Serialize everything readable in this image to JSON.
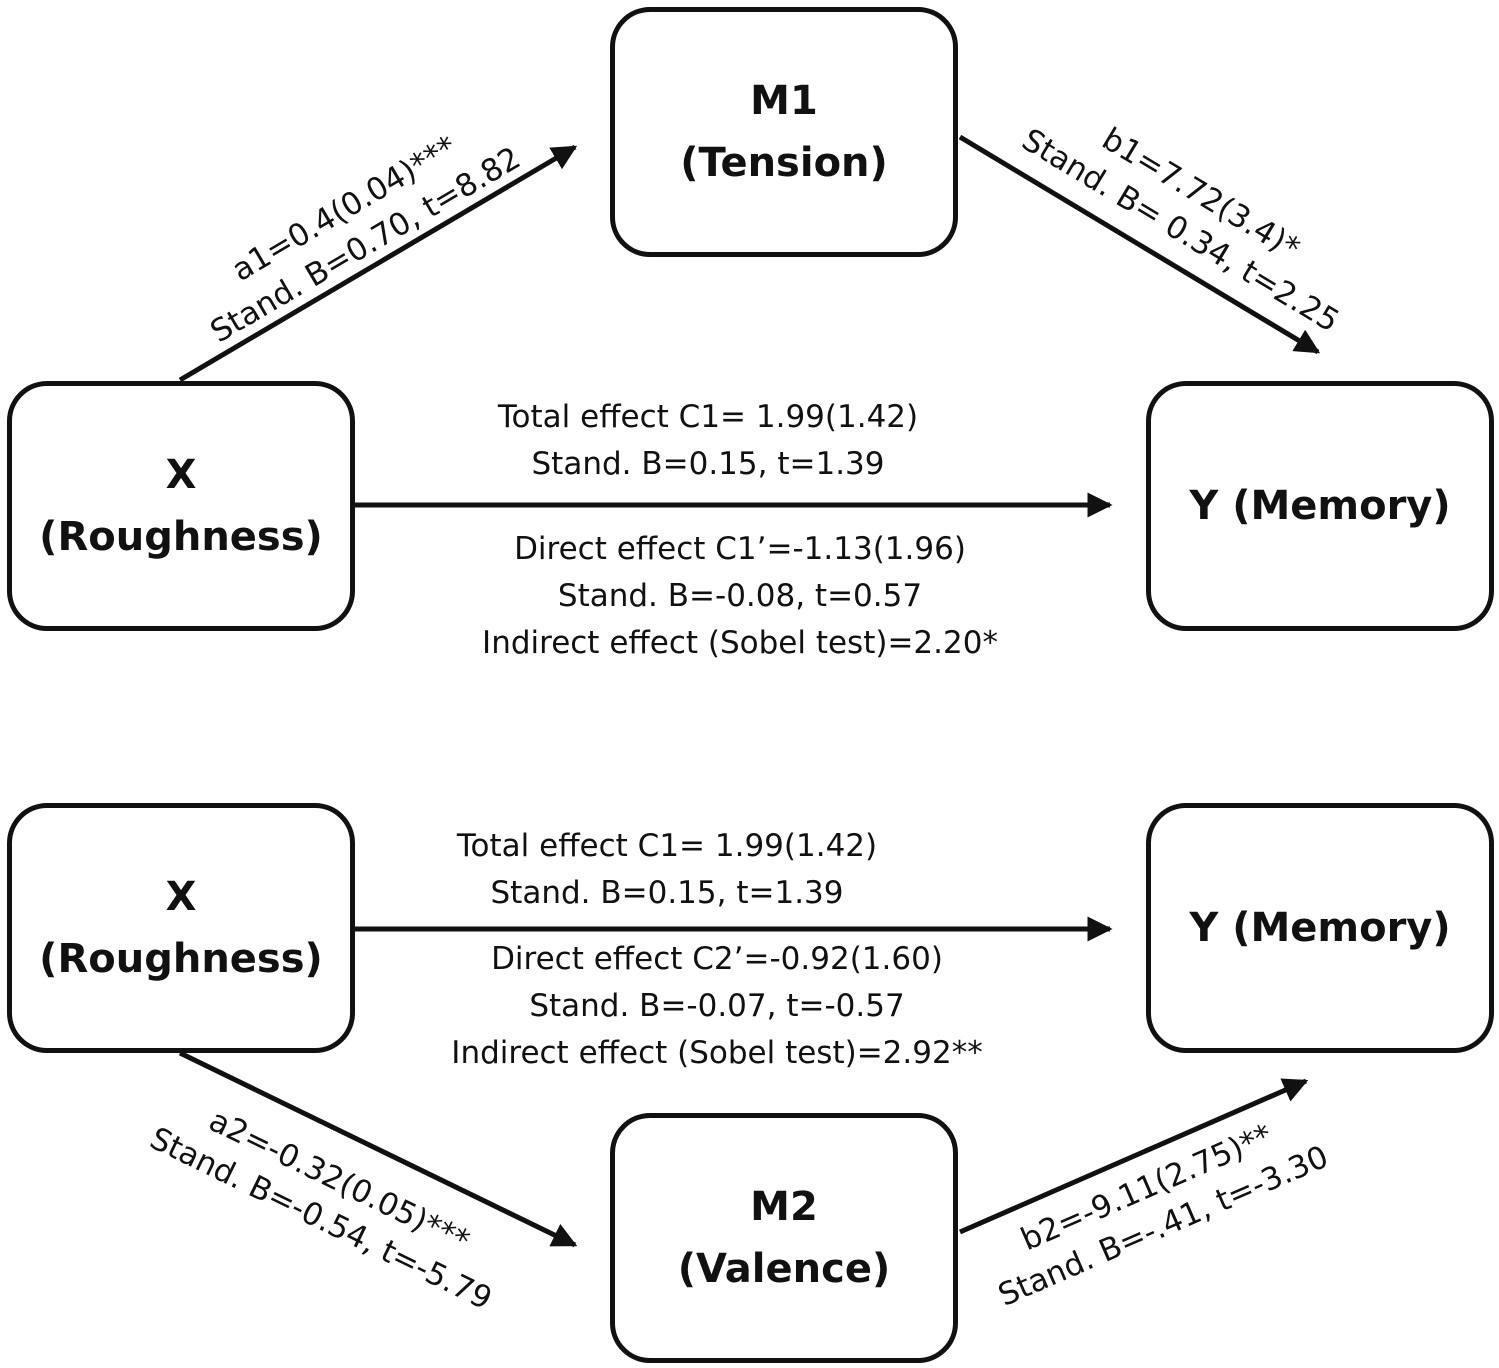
{
  "top": {
    "x_node": {
      "line1": "X",
      "line2": "(Roughness)"
    },
    "m_node": {
      "line1": "M1",
      "line2": "(Tension)"
    },
    "y_node": {
      "label": "Y (Memory)"
    },
    "a_path": {
      "line1": "a1=0.4(0.04)***",
      "line2": "Stand. B=0.70, t=8.82"
    },
    "b_path": {
      "line1": "b1=7.72(3.4)*",
      "line2": "Stand. B= 0.34, t=2.25"
    },
    "total_effect": {
      "line1": "Total effect C1= 1.99(1.42)",
      "line2": "Stand. B=0.15, t=1.39"
    },
    "direct_effect": {
      "line1": "Direct effect C1’=-1.13(1.96)",
      "line2": "Stand. B=-0.08, t=0.57",
      "line3": "Indirect effect (Sobel test)=2.20*"
    }
  },
  "bottom": {
    "x_node": {
      "line1": "X",
      "line2": "(Roughness)"
    },
    "m_node": {
      "line1": "M2",
      "line2": "(Valence)"
    },
    "y_node": {
      "label": "Y (Memory)"
    },
    "a_path": {
      "line1": "a2=-0.32(0.05)***",
      "line2": "Stand. B=-0.54, t=-5.79"
    },
    "b_path": {
      "line1": "b2=-9.11(2.75)**",
      "line2": "Stand. B=-.41, t=-3.30"
    },
    "total_effect": {
      "line1": "Total effect C1= 1.99(1.42)",
      "line2": "Stand. B=0.15, t=1.39"
    },
    "direct_effect": {
      "line1": "Direct effect C2’=-0.92(1.60)",
      "line2": "Stand. B=-0.07, t=-0.57",
      "line3": "Indirect effect (Sobel test)=2.92**"
    }
  }
}
